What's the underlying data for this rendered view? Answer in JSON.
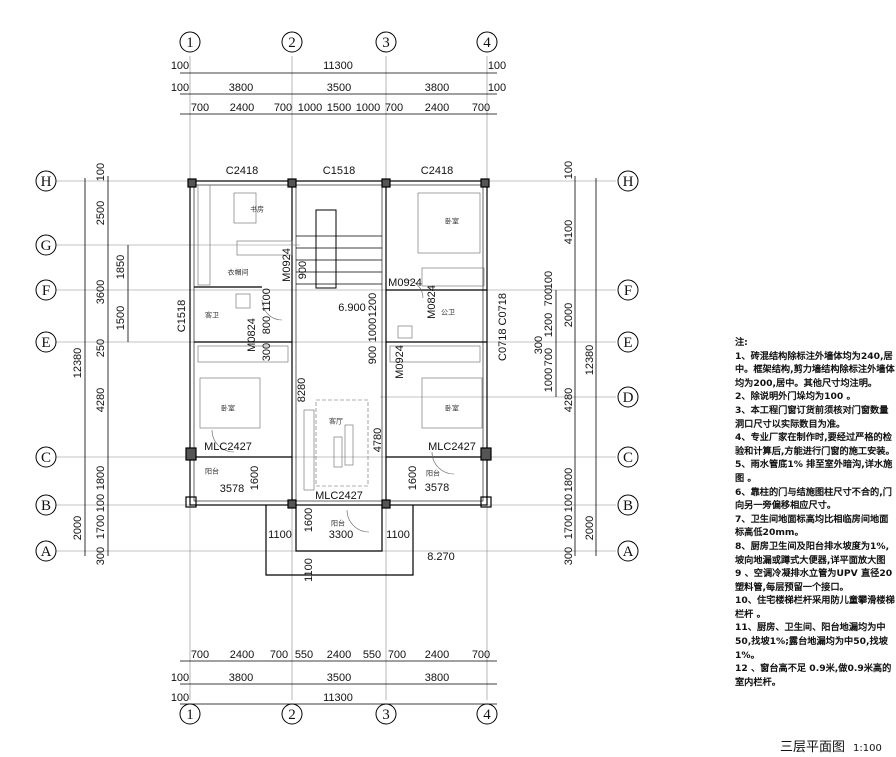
{
  "axes": {
    "columns": [
      "1",
      "2",
      "3",
      "4"
    ],
    "rows": [
      "H",
      "G",
      "F",
      "E",
      "D",
      "C",
      "B",
      "A"
    ]
  },
  "dims": {
    "top1": [
      "100",
      "11300",
      "100"
    ],
    "top2": [
      "100",
      "3800",
      "3500",
      "3800",
      "100"
    ],
    "top3": [
      "700",
      "2400",
      "700",
      "1000",
      "1500",
      "1000",
      "700",
      "2400",
      "700"
    ],
    "bot3": [
      "700",
      "2400",
      "700",
      "550",
      "2400",
      "550",
      "700",
      "2400",
      "700"
    ],
    "bot2": [
      "100",
      "3800",
      "3500",
      "3800"
    ],
    "bot1": [
      "100",
      "11300"
    ],
    "left1": [
      "12380",
      "2000"
    ],
    "left2": [
      "100",
      "2500",
      "3600",
      "250",
      "4280",
      "1800",
      "100",
      "1700",
      "300"
    ],
    "left3": [
      "1850",
      "1500"
    ],
    "right1": [
      "100",
      "700",
      "1200",
      "300",
      "700",
      "1000"
    ],
    "right2": [
      "100",
      "4100",
      "2000",
      "4280",
      "1800",
      "100",
      "1700",
      "300"
    ],
    "right3": [
      "12380",
      "2000"
    ]
  },
  "labels": {
    "windows": [
      "C2418",
      "C1518",
      "C2418",
      "C1518",
      "C0718 C0718"
    ],
    "doors": [
      "M0924",
      "M0924",
      "M0824",
      "M0824",
      "M0924",
      "MLC2427",
      "MLC2427",
      "MLC2427"
    ],
    "rooms": [
      "书房",
      "卧室",
      "衣帽间",
      "客卫",
      "公卫",
      "卧室",
      "卧室",
      "客厅",
      "阳台",
      "阳台",
      "阳台"
    ],
    "inner_dims": [
      "900",
      "1200",
      "1100",
      "800",
      "300",
      "1000",
      "900",
      "8280",
      "4780",
      "3578",
      "1600",
      "1600",
      "3578",
      "1100",
      "1600",
      "3300",
      "1100",
      "1100"
    ],
    "elevations": [
      "6.900",
      "8.270"
    ]
  },
  "notes": {
    "heading": "注:",
    "items": [
      "1、砖混结构除标注外墙体均为240,居中。框架结构,剪力墙结构除标注外墙体均为200,居中。其他尺寸均注明。",
      "2、除说明外门垛均为100 。",
      "3、本工程门窗订货前须核对门窗数量洞口尺寸以实际数目为准。",
      "4、专业厂家在制作时,要经过严格的检验和计算后,方能进行门窗的施工安装。",
      "5、雨水管底1% 排至室外暗沟,详水施图 。",
      "6、靠柱的门与结施图柱尺寸不合的,门向另一旁偏移相应尺寸。",
      "7、卫生间地面标高均比相临房间地面标高低20mm。",
      "8、厨房卫生间及阳台排水坡度为1%,坡向地漏或蹲式大便器,详平面放大图",
      "9 、空调冷凝排水立管为UPV 直径20塑料管,每层预留一个接口。",
      "10、住宅楼梯栏杆采用防儿童攀滑楼梯栏杆 。",
      "11、厨房、卫生间、阳台地漏均为中50,找坡1%;露台地漏均为中50,找坡1%。",
      "12 、窗台高不足 0.9米,做0.9米高的室内栏杆。"
    ]
  },
  "title": {
    "name": "三层平面图",
    "scale": "1:100"
  }
}
